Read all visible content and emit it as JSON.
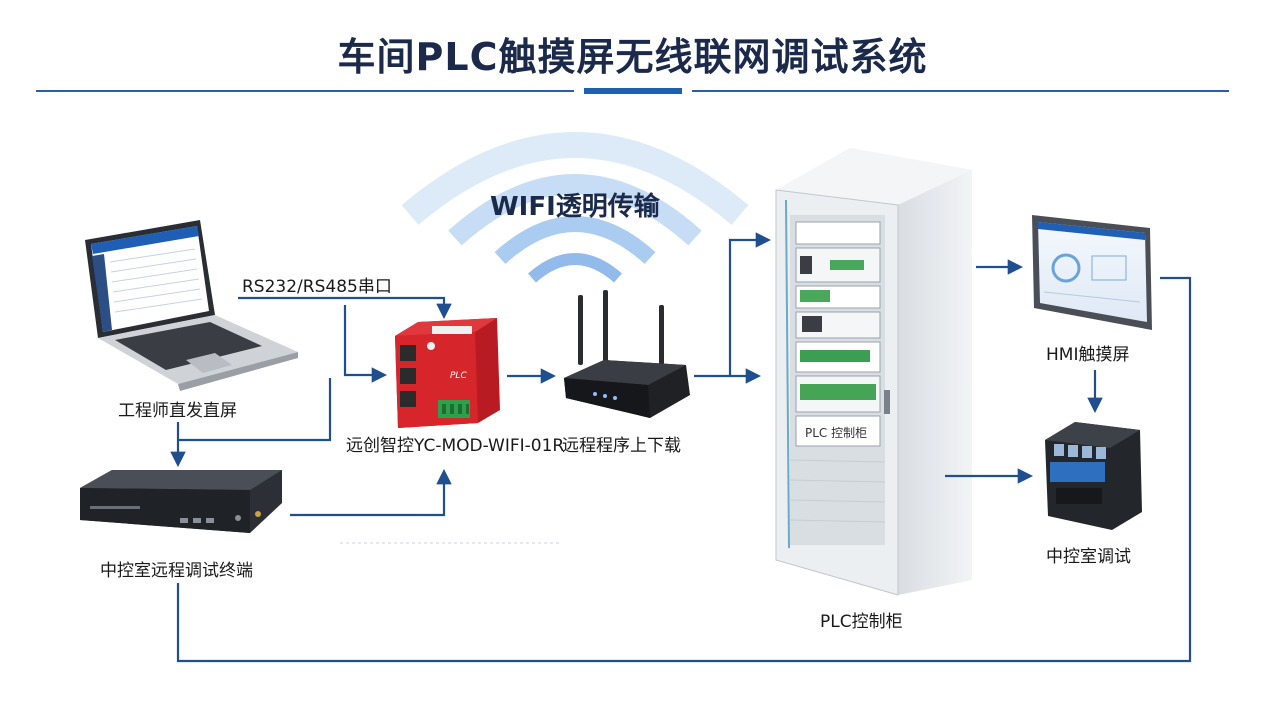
{
  "title": "车间PLC触摸屏无线联网调试系统",
  "labels": {
    "engineer": "工程师直发直屏",
    "serial": "RS232/RS485串口",
    "module": "远创智控YC-MOD-WIFI-01R",
    "remote_download": "远程程序上下载",
    "terminal": "中控室远程调试终端",
    "wifi": "WIFI透明传输",
    "cabinet": "PLC控制柜",
    "cabinet_plate": "PLC 控制柜",
    "hmi": "HMI触摸屏",
    "control_room": "中控室调试",
    "module_brand": "PLC"
  },
  "colors": {
    "accent": "#1f5fb0",
    "arrow": "#1f4f8f",
    "module_red": "#d6262b",
    "wifi_blue": "#9cc3ef"
  }
}
